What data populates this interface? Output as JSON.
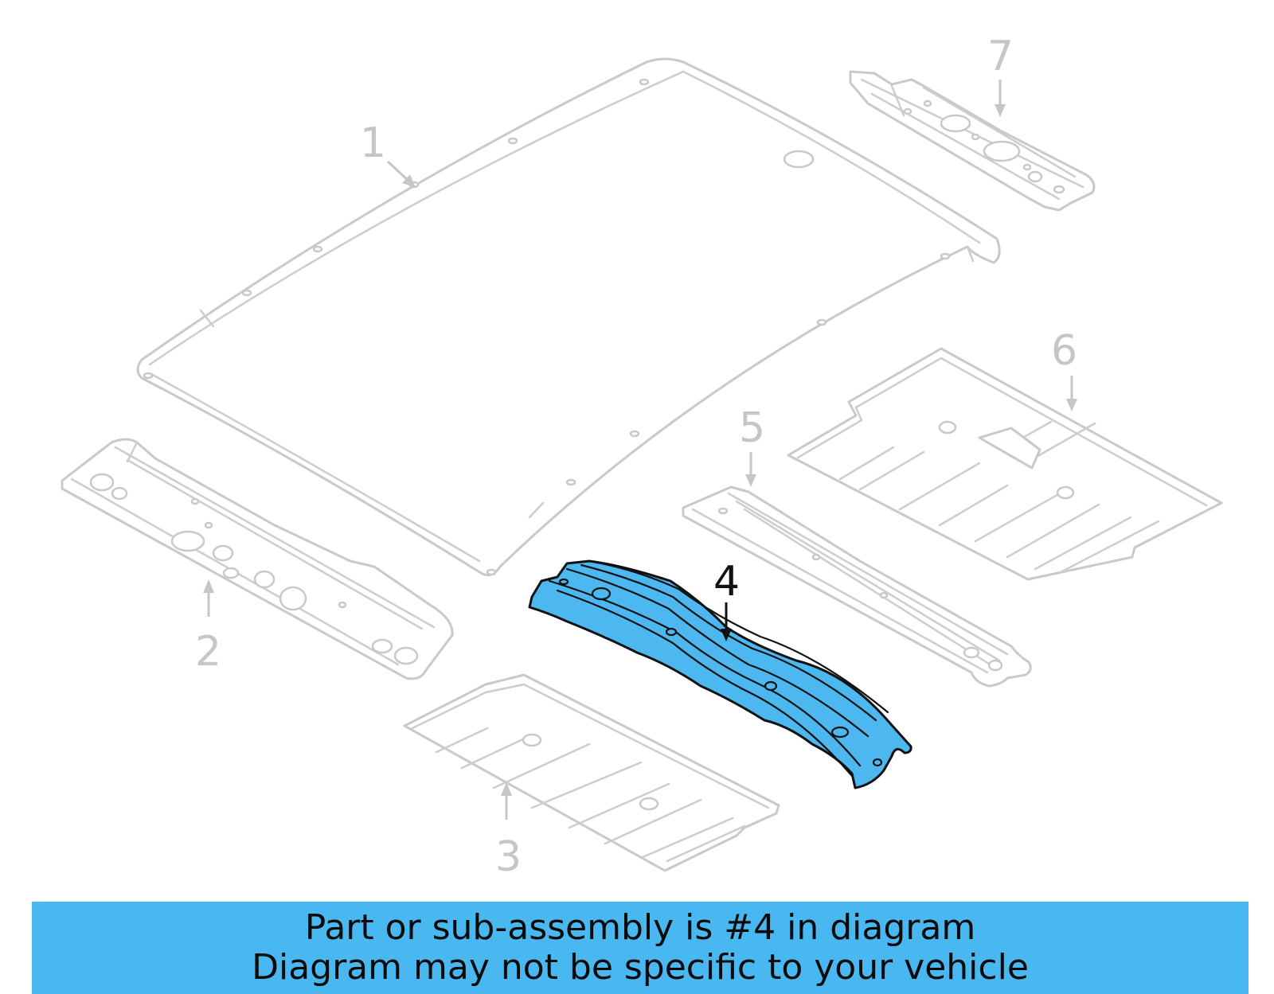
{
  "callouts": {
    "c1": "1",
    "c2": "2",
    "c3": "3",
    "c4": "4",
    "c5": "5",
    "c6": "6",
    "c7": "7"
  },
  "highlight": {
    "part_number": "4",
    "fill_color": "#4db8f0",
    "banner_color": "#4ab8f0"
  },
  "banner": {
    "line1": "Part or sub-assembly is #4 in diagram",
    "line2": "Diagram may not be specific to your vehicle"
  }
}
